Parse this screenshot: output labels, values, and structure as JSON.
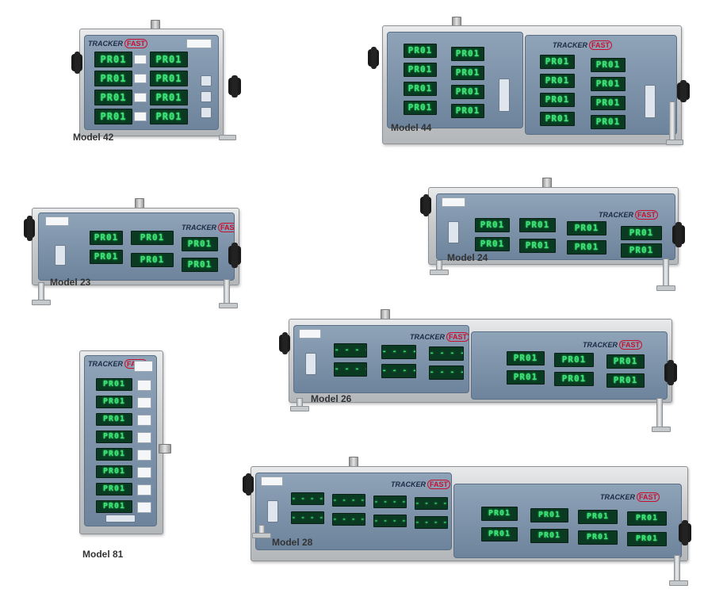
{
  "products": [
    {
      "id": "m42",
      "caption": "Model 42"
    },
    {
      "id": "m44",
      "caption": "Model 44"
    },
    {
      "id": "m23",
      "caption": "Model 23"
    },
    {
      "id": "m24",
      "caption": "Model 24"
    },
    {
      "id": "m26",
      "caption": "Model 26"
    },
    {
      "id": "m81",
      "caption": "Model 81"
    },
    {
      "id": "m28",
      "caption": "Model 28"
    }
  ],
  "display_text": "PR01",
  "idle_text": "- - - -",
  "brand": {
    "name": "TRACKER",
    "badge": "FAST",
    "accent": "#c8102e"
  },
  "colors": {
    "lcd": "#43e07c",
    "panel": "#7f95ad",
    "steel": "#c4c7ca"
  }
}
